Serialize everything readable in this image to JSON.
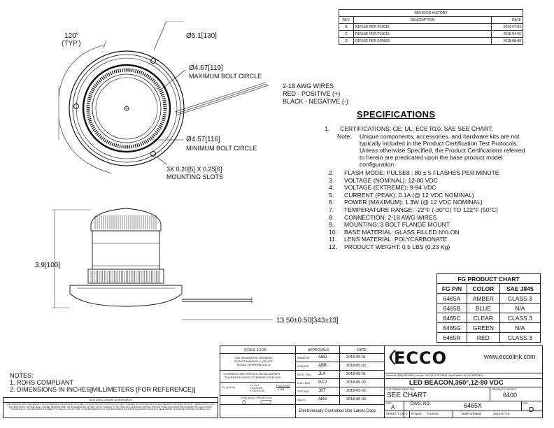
{
  "revision_history": {
    "title": "REVISION HISTORY",
    "headers": [
      "REV.",
      "DESCRIPTION",
      "DATE"
    ],
    "rows": [
      [
        "B",
        "REVISE PER P10015",
        "2014-07-02"
      ],
      [
        "C",
        "REVISE PER P10015",
        "2015-04-06"
      ],
      [
        "D",
        "REVISE PER EP0026",
        "2018-08-08"
      ]
    ]
  },
  "callouts": {
    "angle": "120°",
    "angle_typ": "(TYP.)",
    "dia_outer": "Ø5.1[130]",
    "dia_max_bolt": "Ø4.67[119]",
    "max_bolt_label": "MAXIMUM BOLT CIRCLE",
    "wires_1": "2-18 AWG WIRES",
    "wires_2": "RED - POSITIVE (+)",
    "wires_3": "BLACK - NEGATIVE (-)",
    "dia_min_bolt": "Ø4.57[116]",
    "min_bolt_label": "MINIMUM BOLT CIRCLE",
    "slots_1": "3X 0.20[5] X 0.25[6]",
    "slots_2": "MOUNTING SLOTS",
    "height": "3.9[100]",
    "wire_length": "13.50±0.50[343±13]"
  },
  "specifications": {
    "title": "SPECIFICATIONS",
    "cert_num": "1.",
    "cert_text": "CERTIFICATIONS: CE; UL; ECE R10; SAE SEE CHART;",
    "note_label": "Note:",
    "note_text": "Unique components, accessories, and hardware kits are not typically included in the Product Certification Test Protocols. Unless otherwise Specified, the Product Certifications referred to herein are predicated upon the base product model configuration.",
    "items": [
      {
        "n": "2.",
        "text": "FLASH MODE: PULSE8 : 80 ± 5 FLASHES PER MINUTE"
      },
      {
        "n": "3.",
        "text": "VOLTAGE (NOMINAL): 12-80 VDC"
      },
      {
        "n": "4.",
        "text": "VOLTAGE (EXTREME): 9-94 VDC"
      },
      {
        "n": "5.",
        "text": "CURRENT (PEAK): 0.1A (@ 12 VDC NOMINAL)"
      },
      {
        "n": "6.",
        "text": "POWER (MAXIMUM): 1.3W (@ 12 VDC NOMINAL)"
      },
      {
        "n": "7.",
        "text": "TEMPERATURE RANGE: -22°F (-30°C) TO 122°F (50°C)"
      },
      {
        "n": "8.",
        "text": "CONNECTION: 2-18 AWG WIRES"
      },
      {
        "n": "9.",
        "text": "MOUNTING: 3 BOLT FLANGE MOUNT"
      },
      {
        "n": "10.",
        "text": "BASE MATERIAL: GLASS FILLED NYLON"
      },
      {
        "n": "11.",
        "text": "LENS MATERIAL: POLYCARBONATE"
      },
      {
        "n": "12.",
        "text": "PRODUCT WEIGHT: 0.5 LBS (0.23 Kg)"
      }
    ]
  },
  "product_chart": {
    "title": "FG PRODUCT CHART",
    "headers": [
      "FG P/N",
      "COLOR",
      "SAE J845"
    ],
    "rows": [
      [
        "6465A",
        "AMBER",
        "CLASS 3"
      ],
      [
        "6465B",
        "BLUE",
        "N/A"
      ],
      [
        "6465C",
        "CLEAR",
        "CLASS 3"
      ],
      [
        "6465G",
        "GREEN",
        "N/A"
      ],
      [
        "6465R",
        "RED",
        "CLASS 3"
      ]
    ]
  },
  "notes": {
    "title": "NOTES:",
    "items": [
      "1. ROHS COMPLIANT",
      "2. DIMENSIONS IN INCHES[MILLIMETERS (FOR REFERENCE)]"
    ]
  },
  "title_block": {
    "scale": "SCALE 1:2.25",
    "cad_1": "CAD GENERATED DRAWING",
    "cad_2": "DO NOT MANUALLY UPDATE.",
    "cad_3": "MODEL REFERENCED: B",
    "tol_1": "TOLERANCES ARE IN INCHES, AND MILLIMETERS",
    "tol_2": "TOLERANCES UNLESS OTHERWISE STATED ARE:",
    "tol_a": "XX ± [.0mm]",
    "tol_b": "X.X ±0.1",
    "tol_c": "X.XX ±0.05",
    "tol_d": "X.XXX ±0.010",
    "fractions": "FRACTIONS",
    "fractions_val": "± 1/64",
    "projection": "THIRD ANGLE PROJECTION",
    "approvals_header": "APPROVALS",
    "date_header": "DATE",
    "approvals": [
      {
        "role": "DRAWN BY",
        "name": "ABD",
        "date": "2018-05-01"
      },
      {
        "role": "CHECKED",
        "name": "ABB",
        "date": "2018-05-02"
      },
      {
        "role": "MECH. ENG.",
        "name": "JLA",
        "date": "2018-05-01"
      },
      {
        "role": "ELEC. ENG.",
        "name": "GCJ",
        "date": "2018-05-02"
      },
      {
        "role": "TEST ENG.",
        "name": "JBT",
        "date": "2018-05-02"
      },
      {
        "role": "SALES",
        "name": "ARS",
        "date": "2018-05-02"
      }
    ],
    "logo": "ECCO",
    "website": "www.eccolink.com",
    "phones": "Americas (800) 635-5900  |  Europe +44 (0)113 237 5340  |  Asia Pacific +61 (0)3 83322444",
    "product_title": "LED BEACON,360°,12-80 VDC",
    "customer_part_label": "CUSTOMER PART NO.",
    "customer_part": "SEE CHART",
    "product_series_label": "PRODUCT SERIES",
    "product_series": "6400",
    "size_label": "SIZE:",
    "size": "A",
    "dwg_label": "DWG. NO.",
    "dwg_no": "6465X",
    "rev_label": "REV.",
    "rev": "D",
    "controlled": "Electronically Controlled Use Latest Copy",
    "sheet": "SHEET 1 OF 1",
    "project_label": "Project:",
    "project": "P10015",
    "date_created_label": "Date Created:",
    "date_created": "2012-07-16"
  },
  "nda": {
    "title": "NON DISCLOSURE AGREEMENT",
    "text": "THIS DRAWING AND THE DESIGN IT DISCLOSES ARE THE PRIVATE PROPERTY OF ELECTRONIC CONTROLS CO. AND IS ISSUED IN CONFIDENCE FOR ENGINEERING INFORMATION ONLY. THE DRAWING AND / OR DESIGN MAY NOT BE USED, COPIED, REPRODUCED, OR DISSEMINATED IN PART OR AS A WHOLE TO OUTSIDE OR UNDEFINED PARTIES WITHOUT THE PRIOR WRITTEN CONSENT OF ELECTRONIC CONTROLS CO. THIS DRAWING IS SUBJECT TO RECALL AT ANY TIME. YOUR POSSESSION OF THIS DOCUMENT CONSTITUTES ACCEPTANCE OF THESE TERMS. © 2013 ELECTRONIC CONTROLS CO."
  }
}
